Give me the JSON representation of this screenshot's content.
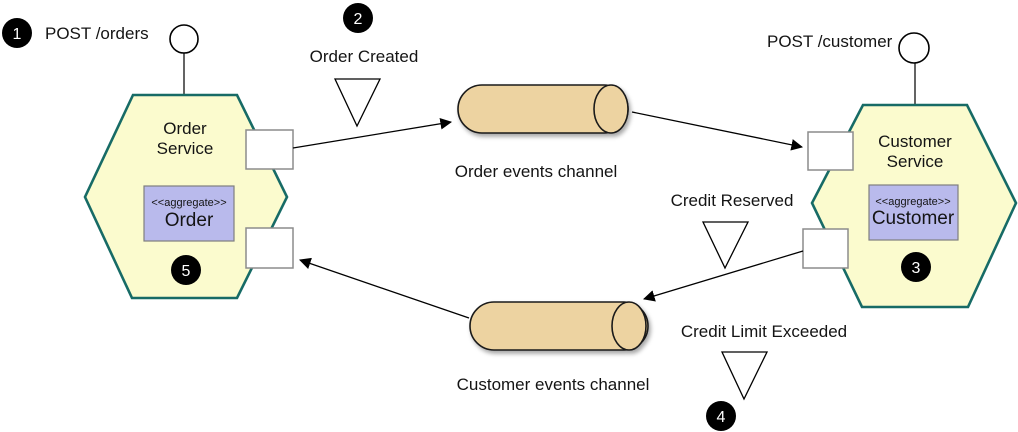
{
  "colors": {
    "background": "#ffffff",
    "service-fill": "#FBFBCE",
    "service-stroke": "#176B66",
    "aggregate-fill": "#B9BAEC",
    "aggregate-stroke": "#7F7F7F",
    "channel-fill": "#EDD3A1",
    "channel-stroke": "#1A1A1A",
    "port-fill": "#FFFFFF",
    "port-stroke": "#8C8C8C",
    "badge-fill": "#000000",
    "badge-text": "#FFFFFF",
    "line": "#000000"
  },
  "endpoints": {
    "orders": "POST /orders",
    "customer": "POST /customer"
  },
  "badges": {
    "b1": "1",
    "b2": "2",
    "b3": "3",
    "b4": "4",
    "b5": "5"
  },
  "services": {
    "order": {
      "name_line1": "Order",
      "name_line2": "Service",
      "stereotype": "<<aggregate>>",
      "aggregate": "Order"
    },
    "customer": {
      "name_line1": "Customer",
      "name_line2": "Service",
      "stereotype": "<<aggregate>>",
      "aggregate": "Customer"
    }
  },
  "channels": {
    "order": "Order events channel",
    "customer": "Customer events channel"
  },
  "events": {
    "order_created": "Order Created",
    "credit_reserved": "Credit Reserved",
    "credit_limit_exceeded": "Credit Limit Exceeded"
  }
}
